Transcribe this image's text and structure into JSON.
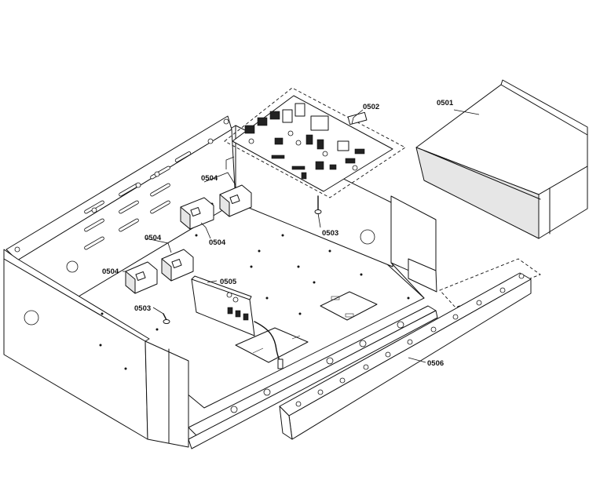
{
  "callouts": [
    {
      "id": "c0501",
      "text": "0501"
    },
    {
      "id": "c0502",
      "text": "0502"
    },
    {
      "id": "c0503a",
      "text": "0503"
    },
    {
      "id": "c0503b",
      "text": "0503"
    },
    {
      "id": "c0504a",
      "text": "0504"
    },
    {
      "id": "c0504b",
      "text": "0504"
    },
    {
      "id": "c0504c",
      "text": "0504"
    },
    {
      "id": "c0504d",
      "text": "0504"
    },
    {
      "id": "c0505",
      "text": "0505"
    },
    {
      "id": "c0506",
      "text": "0506"
    }
  ]
}
